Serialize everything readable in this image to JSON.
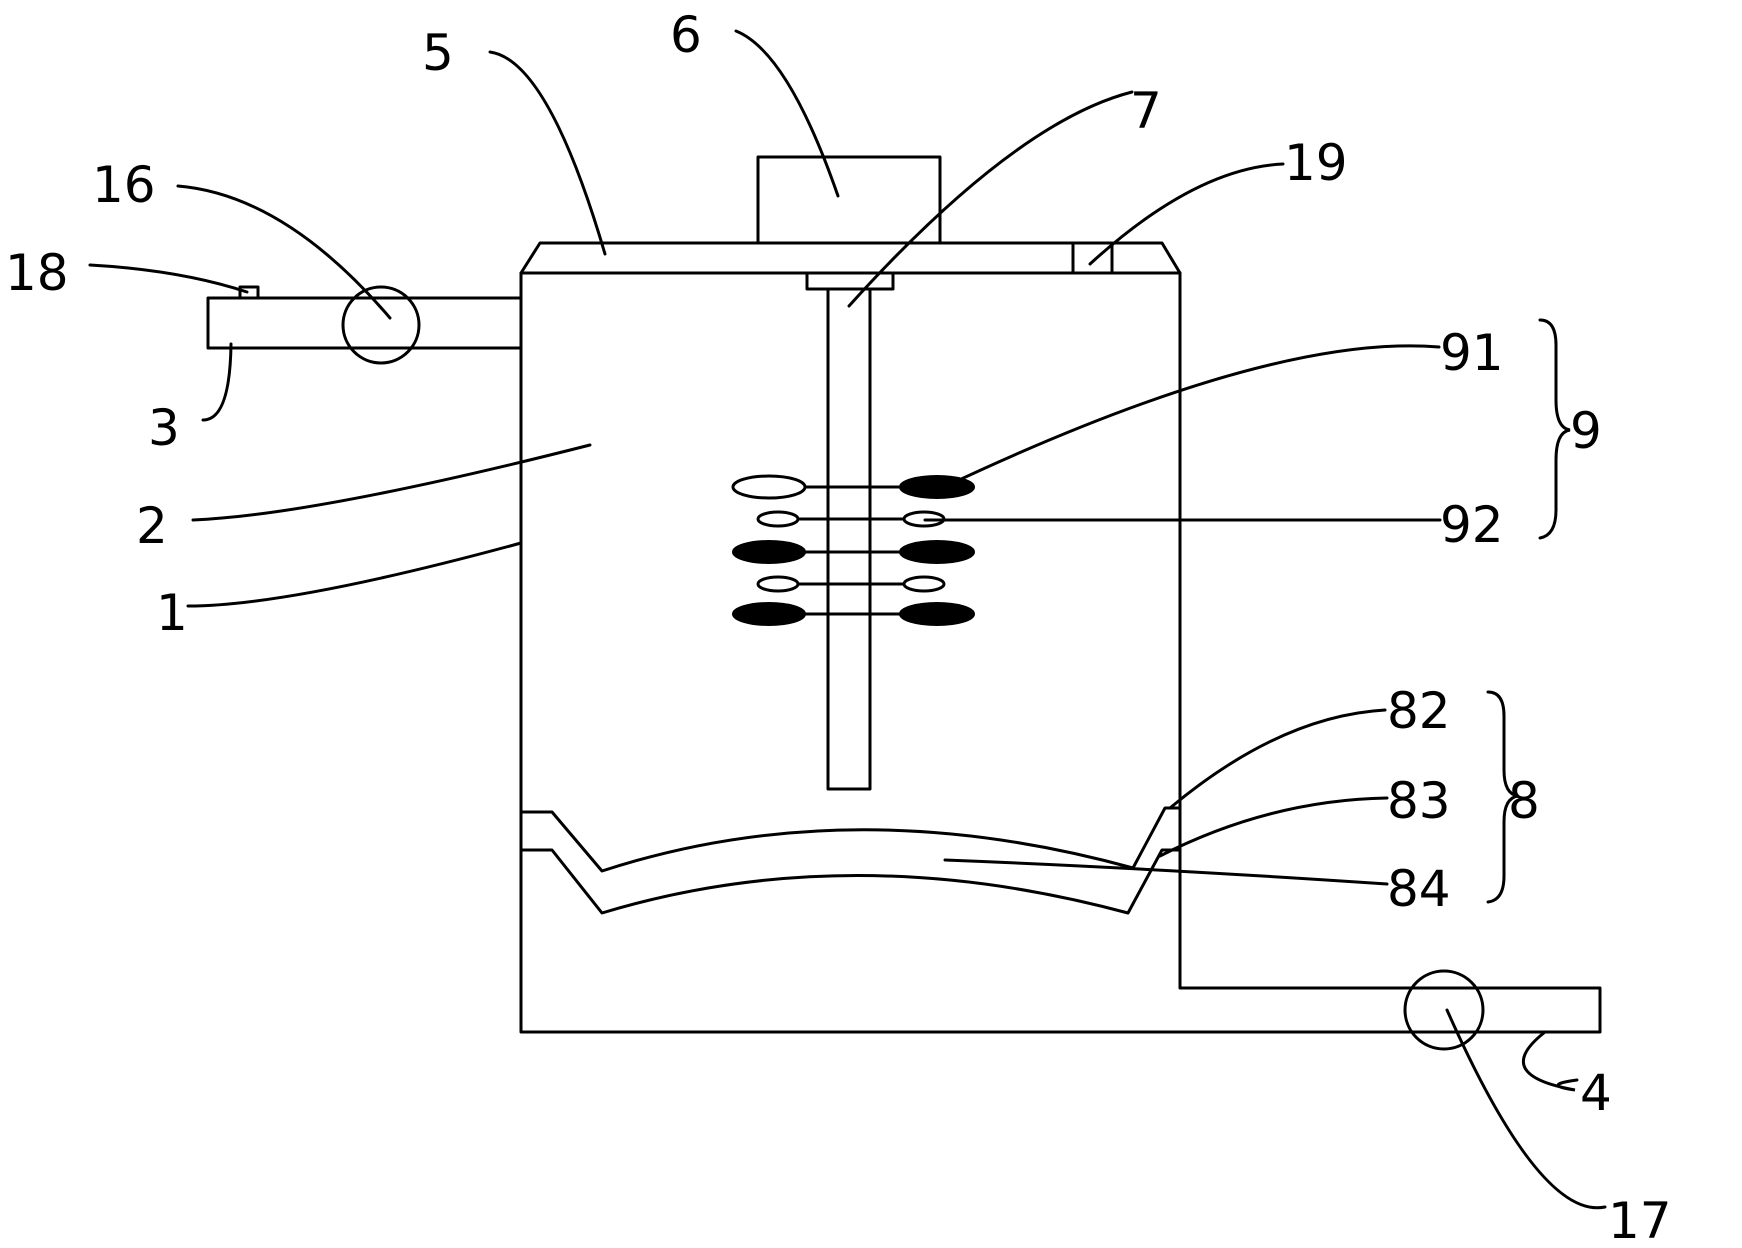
{
  "labels": {
    "l1": "1",
    "l2": "2",
    "l3": "3",
    "l4": "4",
    "l5": "5",
    "l6": "6",
    "l7": "7",
    "l8": "8",
    "l9": "9",
    "l16": "16",
    "l17": "17",
    "l18": "18",
    "l19": "19",
    "l82": "82",
    "l83": "83",
    "l84": "84",
    "l91": "91",
    "l92": "92"
  }
}
